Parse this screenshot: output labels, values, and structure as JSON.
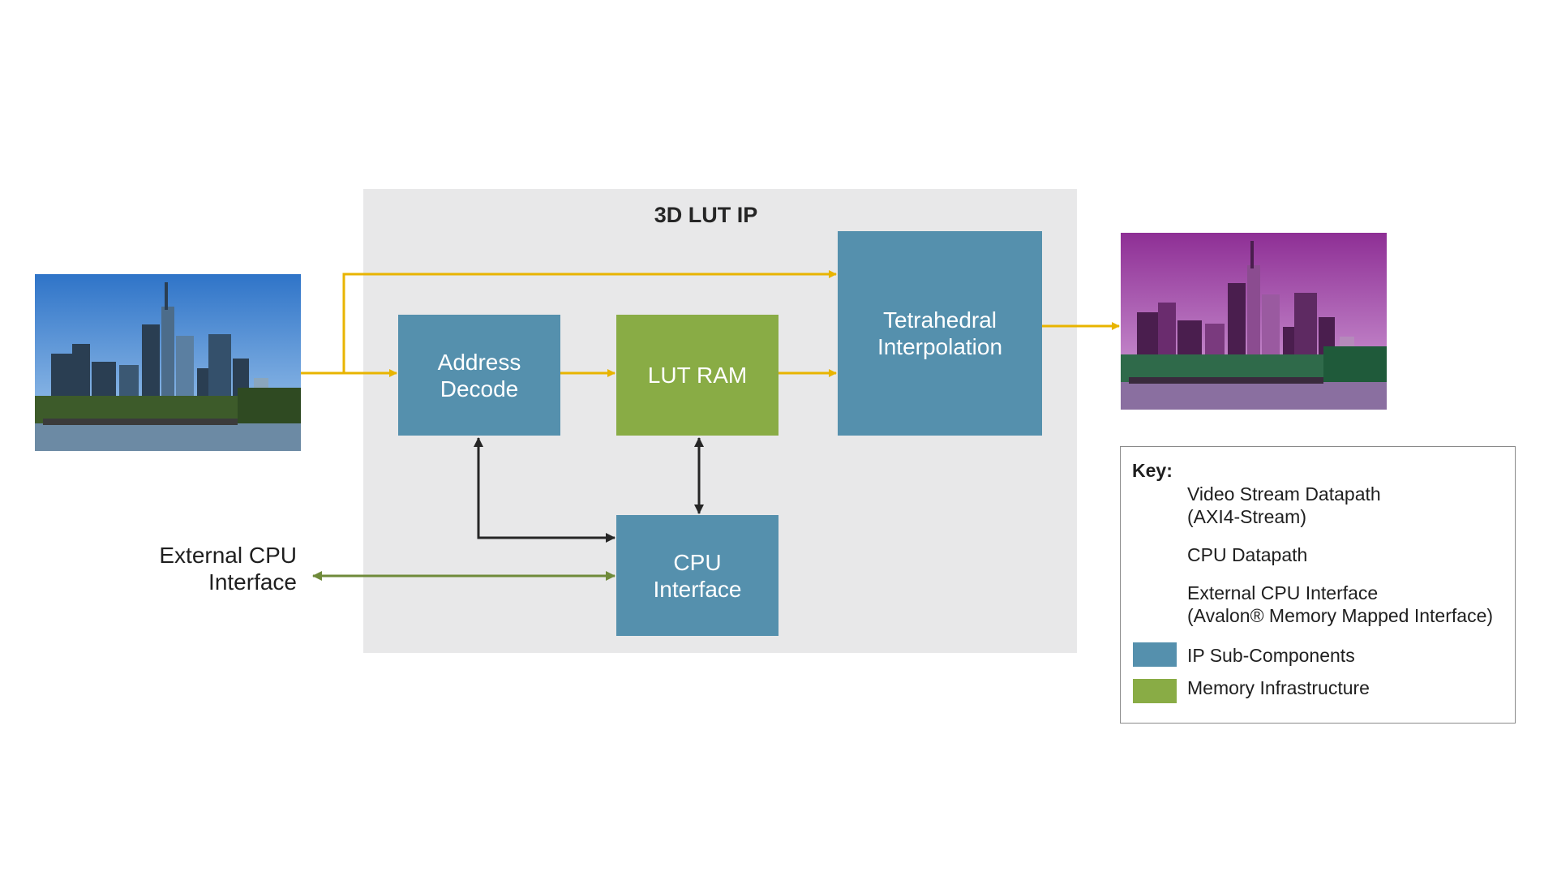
{
  "diagram": {
    "title": "3D LUT IP",
    "blocks": {
      "address_decode": "Address\nDecode",
      "lut_ram": "LUT RAM",
      "tetrahedral": "Tetrahedral\nInterpolation",
      "cpu_interface": "CPU\nInterface"
    },
    "external_cpu_label": "External CPU\nInterface"
  },
  "key": {
    "title": "Key:",
    "video": "Video Stream Datapath\n(AXI4-Stream)",
    "cpu": "CPU Datapath",
    "external": "External CPU Interface\n(Avalon® Memory Mapped Interface)",
    "ip": "IP Sub-Components",
    "memory": "Memory Infrastructure"
  },
  "colors": {
    "video_arrow": "#e8b400",
    "cpu_arrow": "#262626",
    "external_arrow": "#6f8a3a",
    "ip_block": "#5590ad",
    "memory_block": "#89ac45",
    "container": "#e8e8e9"
  },
  "images": {
    "input": "city-skyline-photo",
    "output": "city-skyline-photo-purple-graded"
  }
}
